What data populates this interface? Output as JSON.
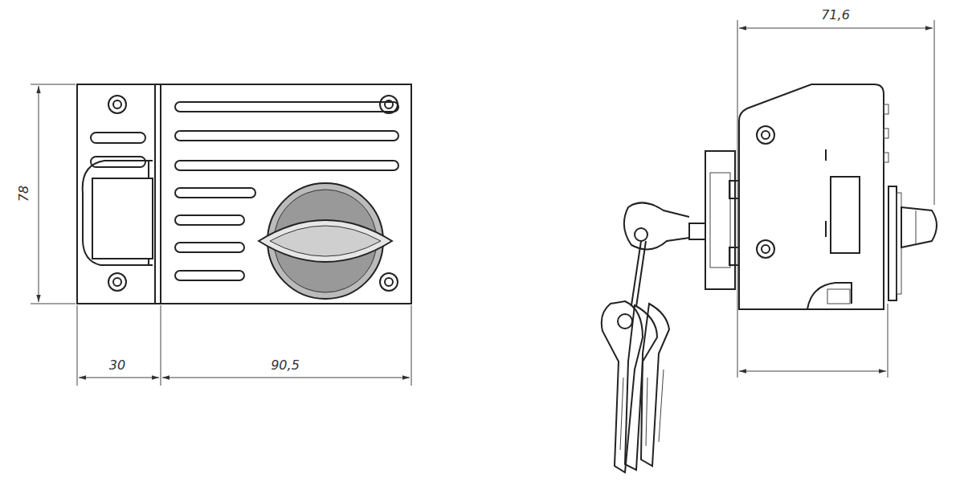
{
  "diagram": {
    "labels": [
      "78",
      "30",
      "90,5",
      "71,6"
    ]
  }
}
